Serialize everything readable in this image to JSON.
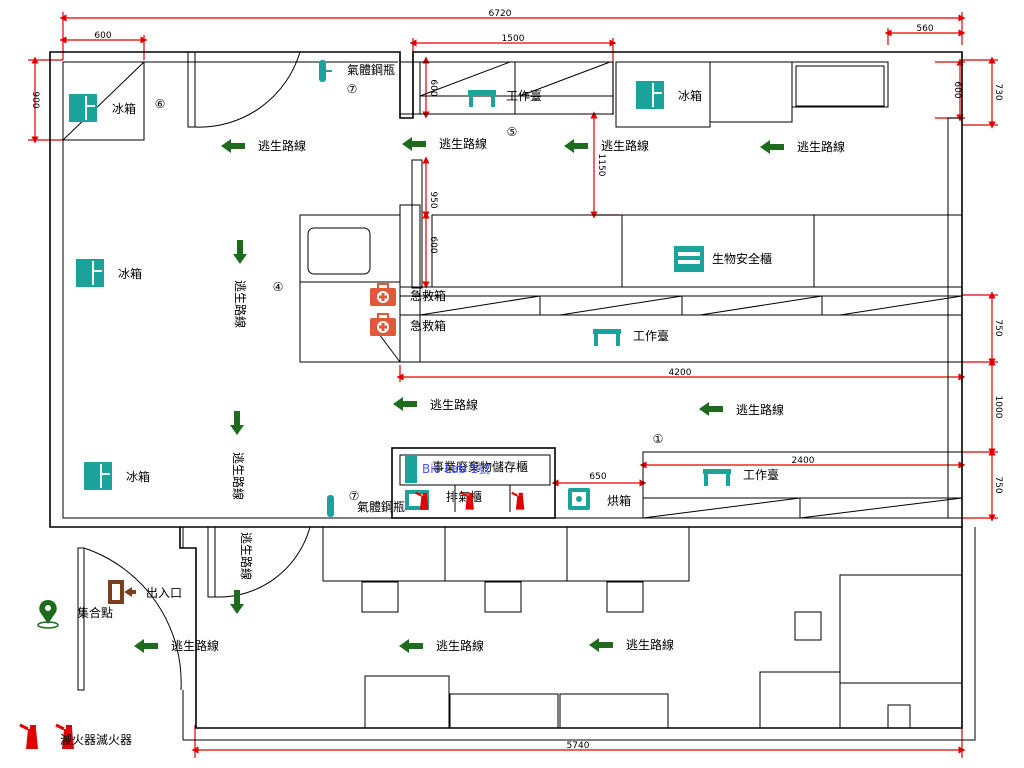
{
  "dimensions": {
    "overall_width": "6720",
    "top_left": "600",
    "top_bench": "1500",
    "top_right": "560",
    "left_height": "900",
    "top_bench_depth": "600",
    "right_top_depth": "600",
    "right_top_height": "730",
    "bench_height": "1150",
    "vertical_1": "950",
    "vertical_2": "600",
    "mid_bench": "4200",
    "mid_right_depth": "750",
    "aisle": "1000",
    "low_right_depth": "750",
    "low_bench": "2400",
    "oven_width": "650",
    "bottom_width": "5740"
  },
  "labels": {
    "fridge": "冰箱",
    "workbench": "工作臺",
    "escape_route": "逃生路線",
    "bio_cabinet": "生物安全櫃",
    "first_aid": "急救箱",
    "gas_cylinder": "氣體鋼瓶",
    "waste_cabinet": "事業廢棄物儲存櫃",
    "exhaust_cabinet": "排氣櫃",
    "oven": "烘箱",
    "entrance": "出入口",
    "assembly_point": "集合點",
    "extinguisher_legend": "滅火器滅火器",
    "overlay_text": "Bio Lab 1號"
  },
  "markers": [
    "①",
    "④",
    "⑤",
    "⑥",
    "⑦"
  ],
  "colors": {
    "teal": "#1aa39a",
    "arrow_green": "#1e6b1e",
    "dim_red": "#e00000",
    "first_aid_red": "#e05a3a",
    "door_brown": "#7a3f1a",
    "overlay_blue": "#2b3cff"
  }
}
